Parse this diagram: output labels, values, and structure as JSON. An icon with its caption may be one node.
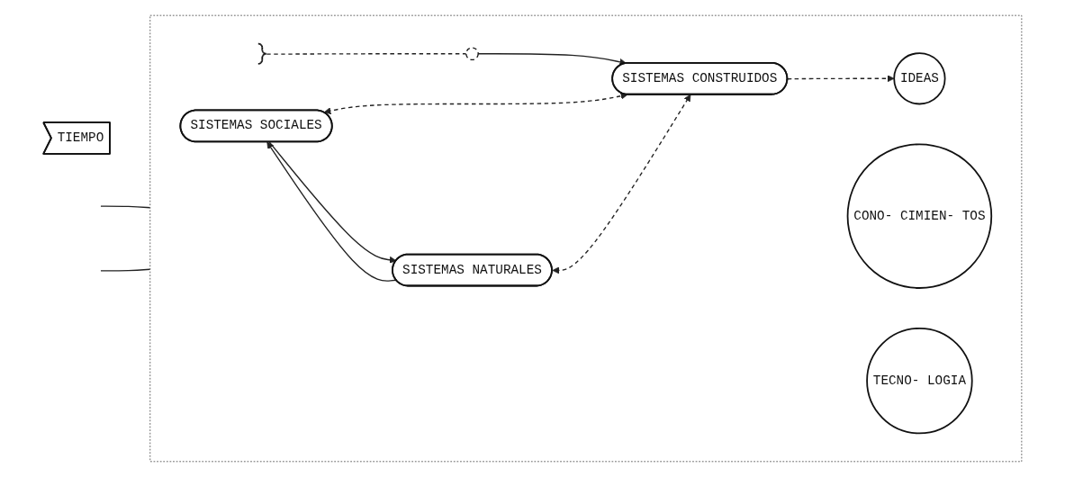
{
  "diagram": {
    "nodes": [
      {
        "text": [],
        "shape": "box"
      },
      {
        "text": [
          "IDEAS"
        ],
        "in": 0
      },
      {
        "text": [
          "CONO- CIMIEN- TOS"
        ],
        "in": 0
      },
      {
        "text": [
          "TECNO- LOGIA"
        ],
        "in": 0
      },
      {
        "text": [],
        "shape": "bracket",
        "in": 0
      },
      {
        "text": [
          "SISTEMAS SOCIALES"
        ],
        "in": 0
      },
      {
        "text": [],
        "shape": "circle",
        "in": 0
      },
      {
        "text": [
          "SISTEMAS NATURALES"
        ],
        "in": 0
      },
      {
        "text": [
          "SISTEMAS CONSTRUIDOS"
        ],
        "in": 0
      },
      {
        "text": [
          "TIEMPO"
        ]
      }
    ],
    "edges": [
      {
        "from": null,
        "to": 0,
        "arrow": "none"
      },
      {
        "from": null,
        "to": 0,
        "arrow": "none"
      },
      {
        "from": 4,
        "to": 6,
        "arrow": "none",
        "style": "dashed"
      },
      {
        "from": 6,
        "to": 8,
        "arrow": "to"
      },
      {
        "from": 5,
        "to": 7,
        "arrow": "to"
      },
      {
        "from": 7,
        "to": 5,
        "arrow": "to"
      },
      {
        "from": 8,
        "to": 1,
        "arrow": "to",
        "style": "dashed"
      },
      {
        "from": 5,
        "to": 8,
        "arrow": "both",
        "style": "dashed"
      },
      {
        "from": 7,
        "to": 8,
        "arrow": "both",
        "style": "dashed"
      }
    ]
  }
}
